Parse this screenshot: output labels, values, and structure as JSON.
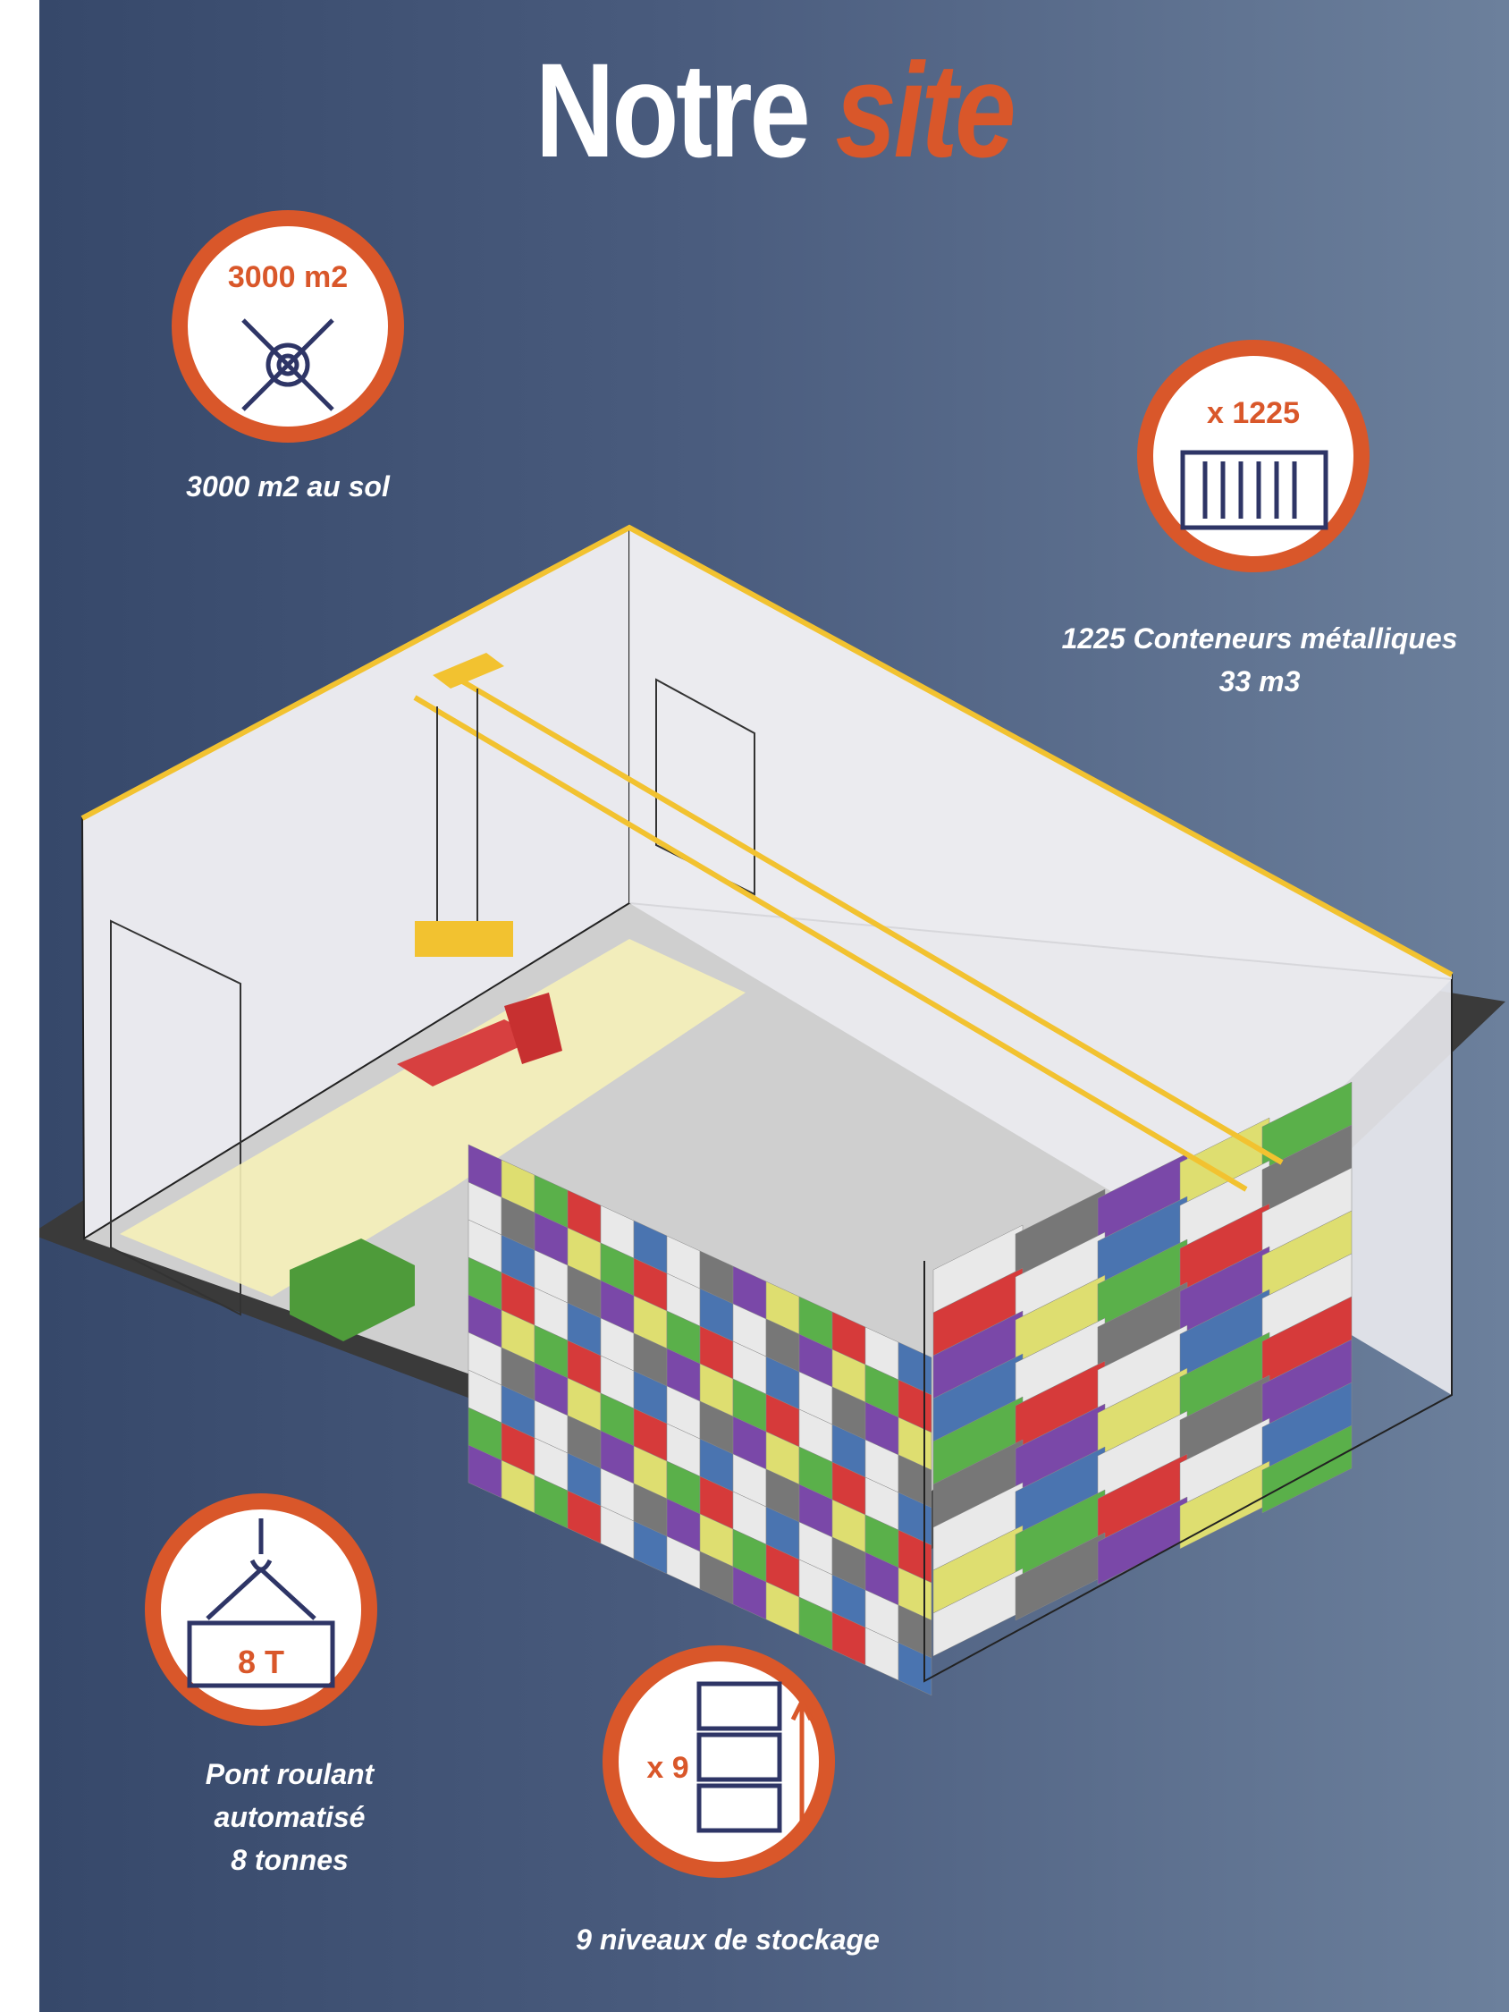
{
  "title": {
    "part1": "Notre",
    "part2": "site"
  },
  "colors": {
    "accent": "#d9572a",
    "navy": "#2e3566",
    "crane": "#f2c230"
  },
  "features": [
    {
      "badge": "3000 m2",
      "icon": "ruler-pencil-gear-icon",
      "caption1": "3000 m2 au sol",
      "caption2": ""
    },
    {
      "badge": "x 1225",
      "icon": "container-icon",
      "caption1": "1225 Conteneurs métalliques",
      "caption2": "33 m3"
    },
    {
      "badge": "8 T",
      "icon": "crane-hook-container-icon",
      "caption1": "Pont roulant automatisé",
      "caption2": "8 tonnes"
    },
    {
      "badge": "x 9",
      "icon": "stacked-containers-icon",
      "caption1": "9 niveaux de stockage",
      "caption2": ""
    }
  ]
}
